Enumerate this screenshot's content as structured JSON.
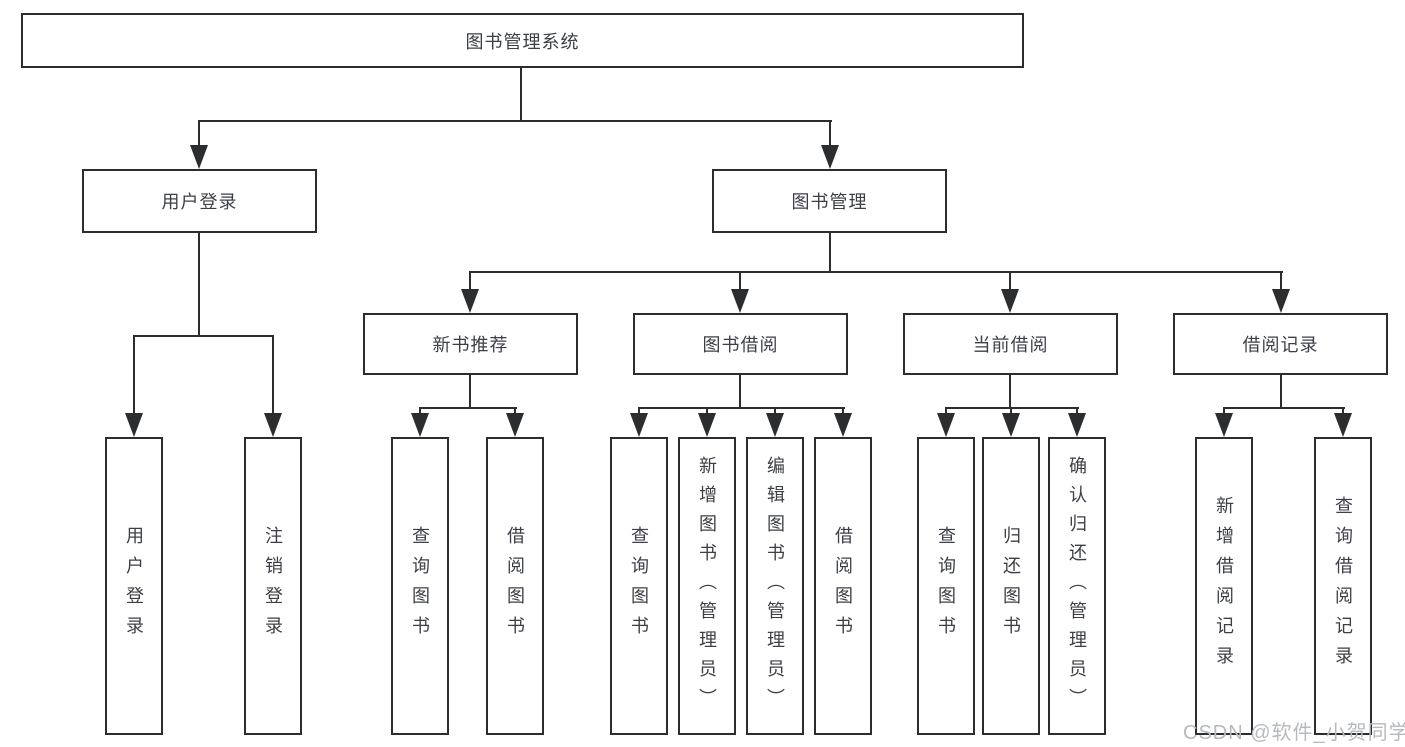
{
  "root_label": "图书管理系统",
  "level2": {
    "left": "用户登录",
    "right": "图书管理"
  },
  "level3": [
    "新书推荐",
    "图书借阅",
    "当前借阅",
    "借阅记录"
  ],
  "leaves": {
    "login": [
      "用户登录",
      "注销登录"
    ],
    "recommend": [
      "查询图书",
      "借阅图书"
    ],
    "borrow": [
      "查询图书",
      "新增图书（管理员）",
      "编辑图书（管理员）",
      "借阅图书"
    ],
    "current": [
      "查询图书",
      "归还图书",
      "确认归还（管理员）"
    ],
    "records": [
      "新增借阅记录",
      "查询借阅记录"
    ]
  },
  "watermark": "CSDN @软件_小贺同学",
  "colors": {
    "line": "#2b2d2f",
    "text": "#3c3f45",
    "watermark": "#b7babd",
    "background": "#ffffff"
  }
}
